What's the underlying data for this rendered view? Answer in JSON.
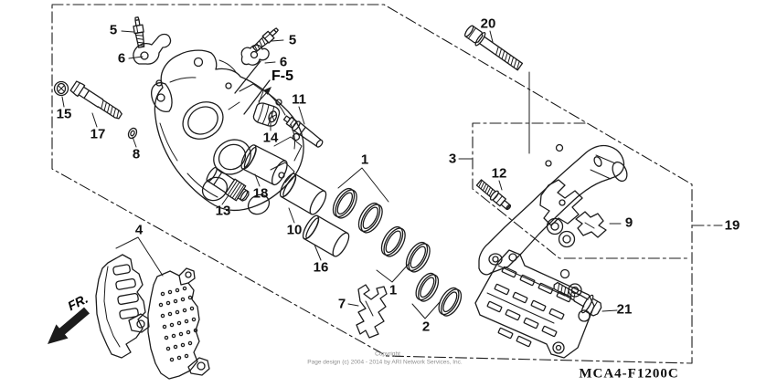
{
  "figure": {
    "code": "MCA4-F1200C",
    "ref_label": "F-5",
    "direction_label": "FR.",
    "watermark_line1": "Copyright",
    "watermark_line2": "Page design (c) 2004 - 2014 by ARI Network Services, Inc.",
    "colors": {
      "line": "#1c1c1c",
      "background": "#ffffff",
      "watermark": "#8f8f8f"
    }
  },
  "callouts": [
    {
      "label": "5"
    },
    {
      "label": "6"
    },
    {
      "label": "5"
    },
    {
      "label": "6"
    },
    {
      "label": "11"
    },
    {
      "label": "14"
    },
    {
      "label": "15"
    },
    {
      "label": "17"
    },
    {
      "label": "8"
    },
    {
      "label": "13"
    },
    {
      "label": "18"
    },
    {
      "label": "10"
    },
    {
      "label": "16"
    },
    {
      "label": "1"
    },
    {
      "label": "1"
    },
    {
      "label": "2"
    },
    {
      "label": "7"
    },
    {
      "label": "4"
    },
    {
      "label": "3"
    },
    {
      "label": "12"
    },
    {
      "label": "9"
    },
    {
      "label": "19"
    },
    {
      "label": "20"
    },
    {
      "label": "21"
    }
  ]
}
